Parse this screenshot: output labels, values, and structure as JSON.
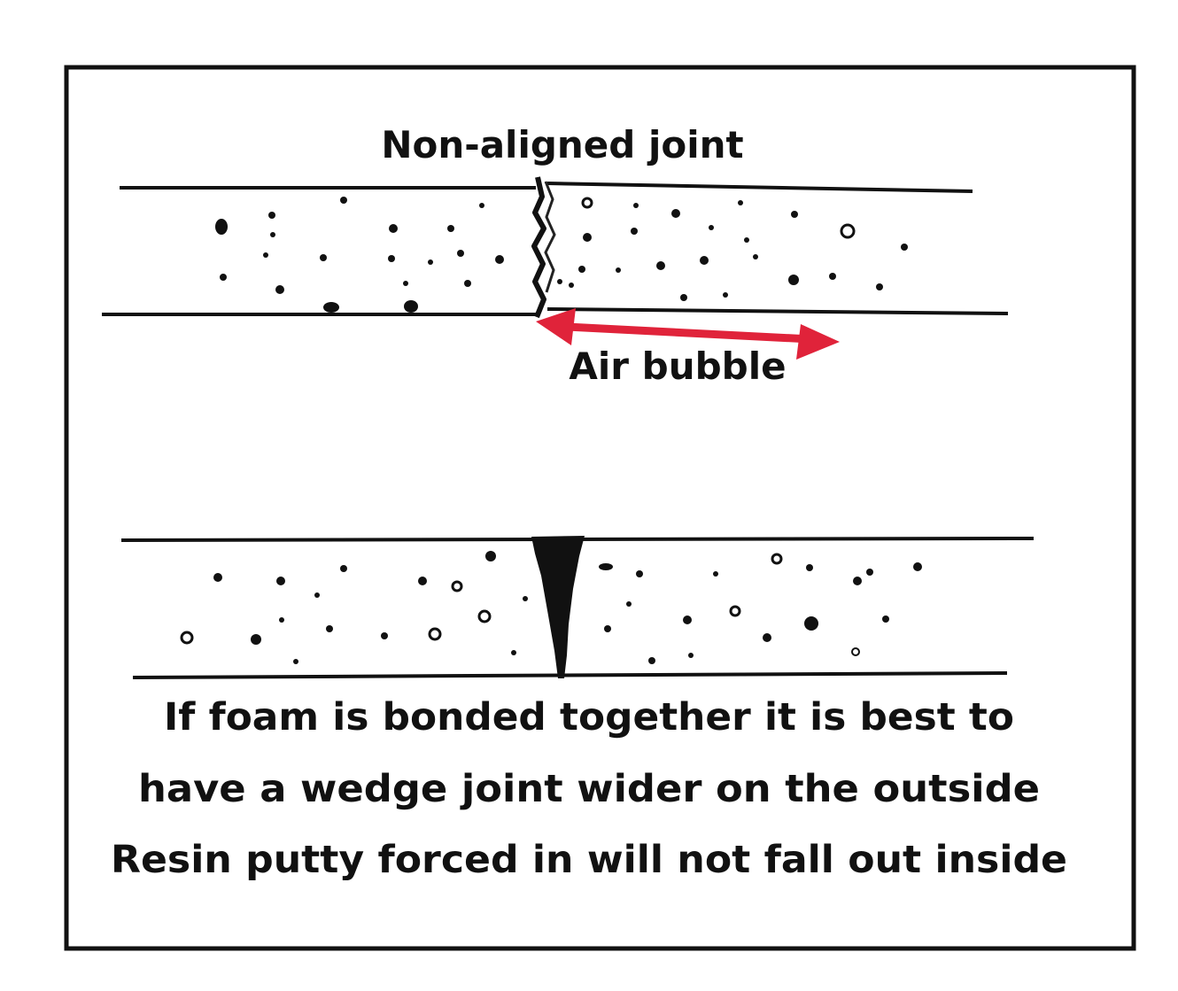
{
  "labels": {
    "top_title": "Non-aligned joint",
    "air_bubble": "Air bubble",
    "caption_lines": [
      "If foam is bonded together it is best to",
      "have a wedge joint wider on the outside",
      "Resin putty forced in will not fall out inside"
    ]
  },
  "colors": {
    "ink": "#111111",
    "arrow": "#e0233a",
    "background": "#ffffff"
  }
}
